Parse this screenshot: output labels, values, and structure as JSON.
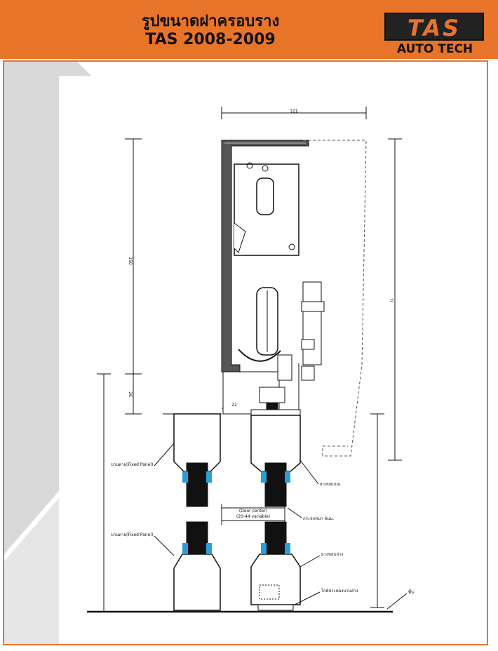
{
  "header": {
    "title_line1": "รูปขนาดฝาครอบราง",
    "title_line2": "TAS 2008-2009",
    "logo_text": "TAS",
    "logo_subtitle": "AUTO TECH"
  },
  "dimensions": {
    "top_width": "121",
    "left_height": "150",
    "left_small": "26",
    "gap": "22",
    "right_height": "??"
  },
  "labels": {
    "fixed_panel_upper": "บานตาย(Fixed Panel)",
    "fixed_panel_lower": "บานตาย(Fixed Panel)",
    "door_center": "(Door center)",
    "variable": "(20-44 variable)",
    "upper_rubber": "ยางขอบบน",
    "glass_thickness": "กระจกหนา 6มม.",
    "lower_rubber": "ยางขอบล่าง",
    "floor_guide": "ไกด์ประคองบานล่าง",
    "floor": "พื้น"
  },
  "colors": {
    "header_orange": "#e8742a",
    "rubber_blue": "#2a9fd6"
  }
}
